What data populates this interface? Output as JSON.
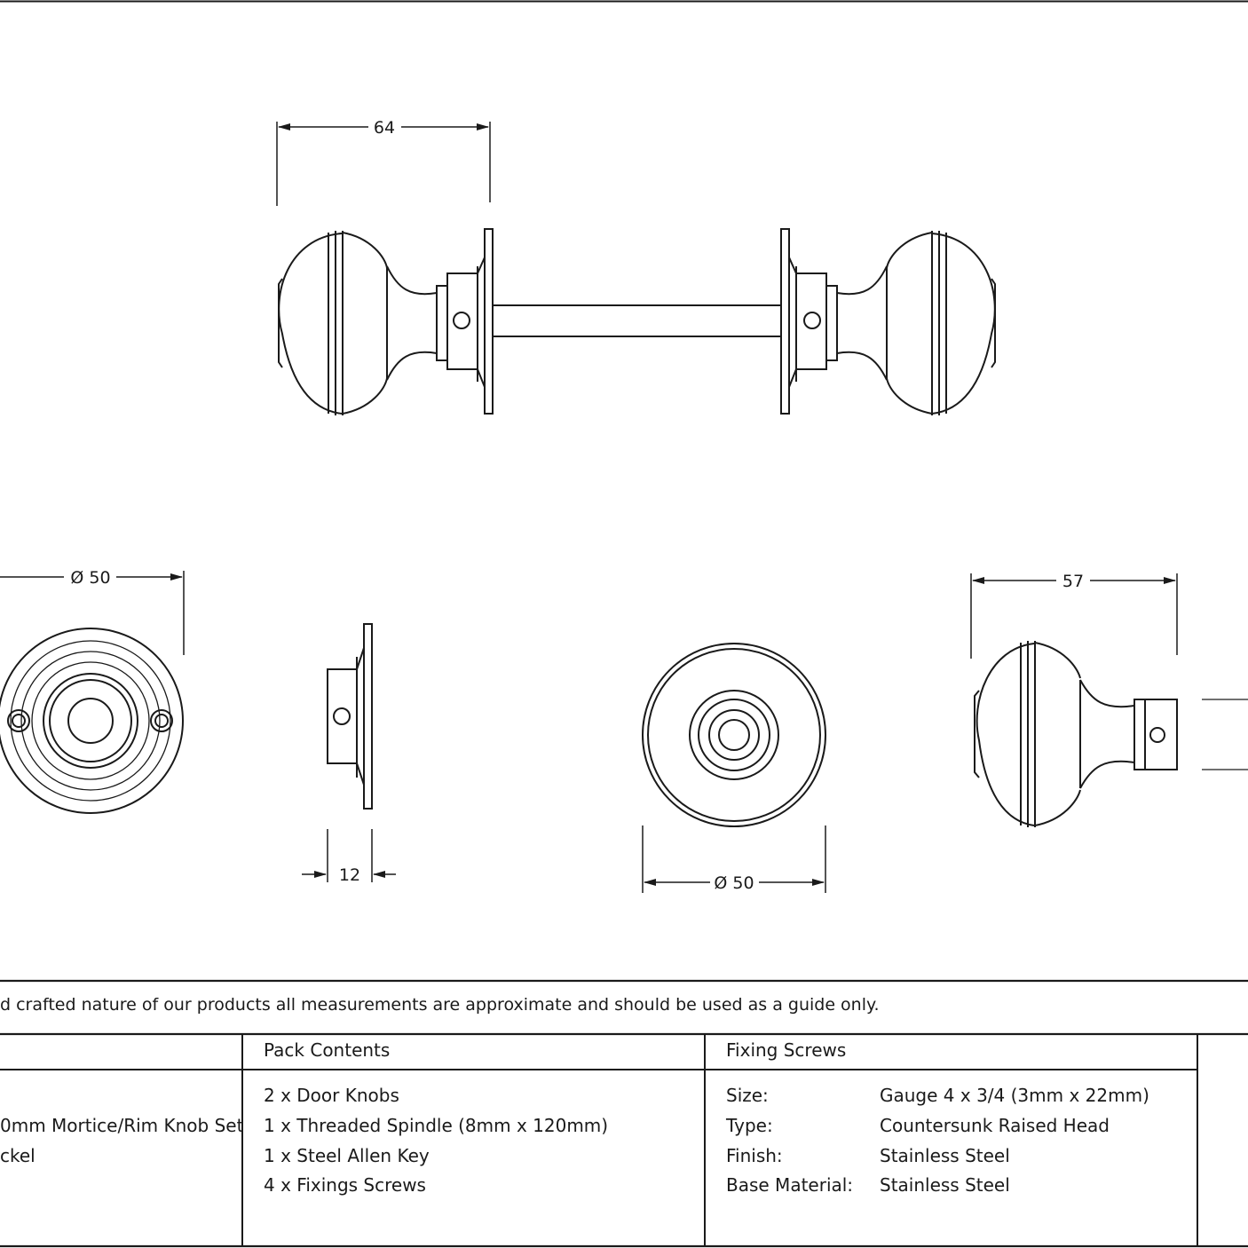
{
  "dimensions": {
    "top_width": "64",
    "rose_diameter_left": "Ø 50",
    "rose_depth": "12",
    "knob_diameter": "Ø 50",
    "knob_projection": "57"
  },
  "note": "d crafted nature of our products all measurements are approximate and should be used as a guide only.",
  "table": {
    "pack_header": "Pack Contents",
    "screws_header": "Fixing Screws",
    "product_lines": [
      "0mm Mortice/Rim Knob Set",
      "ckel"
    ],
    "pack_items": [
      "2 x Door Knobs",
      "1 x Threaded Spindle (8mm x 120mm)",
      "1 x Steel Allen Key",
      "4 x Fixings Screws"
    ],
    "screw_labels": [
      "Size:",
      "Type:",
      "Finish:",
      "Base Material:"
    ],
    "screw_values": [
      "Gauge 4 x 3/4 (3mm x 22mm)",
      "Countersunk Raised Head",
      "Stainless Steel",
      "Stainless Steel"
    ]
  }
}
